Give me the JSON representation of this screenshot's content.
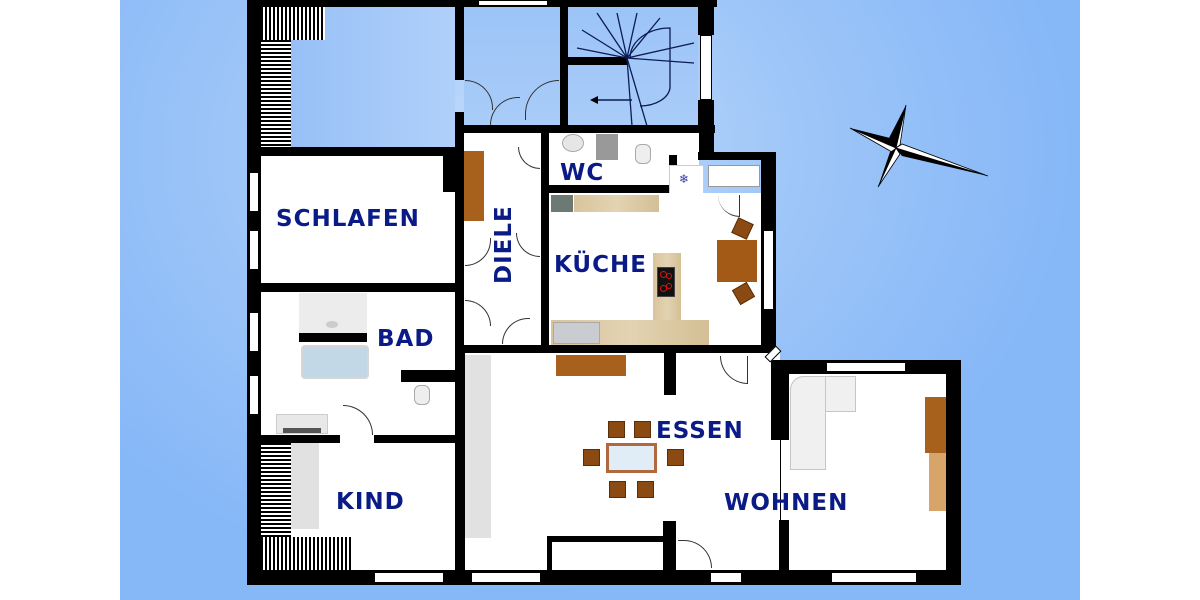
{
  "plan": {
    "type": "floor-plan",
    "background_color": "#86b7f7",
    "label_color": "#0a1a86",
    "rooms": [
      {
        "id": "schlafen",
        "label": "SCHLAFEN"
      },
      {
        "id": "diele",
        "label": "DIELE"
      },
      {
        "id": "wc",
        "label": "WC"
      },
      {
        "id": "kueche",
        "label": "KÜCHE"
      },
      {
        "id": "bad",
        "label": "BAD"
      },
      {
        "id": "essen",
        "label": "ESSEN"
      },
      {
        "id": "kind",
        "label": "KIND"
      },
      {
        "id": "wohnen",
        "label": "WOHNEN"
      }
    ],
    "compass": {
      "icon": "compass-rose-icon"
    }
  }
}
